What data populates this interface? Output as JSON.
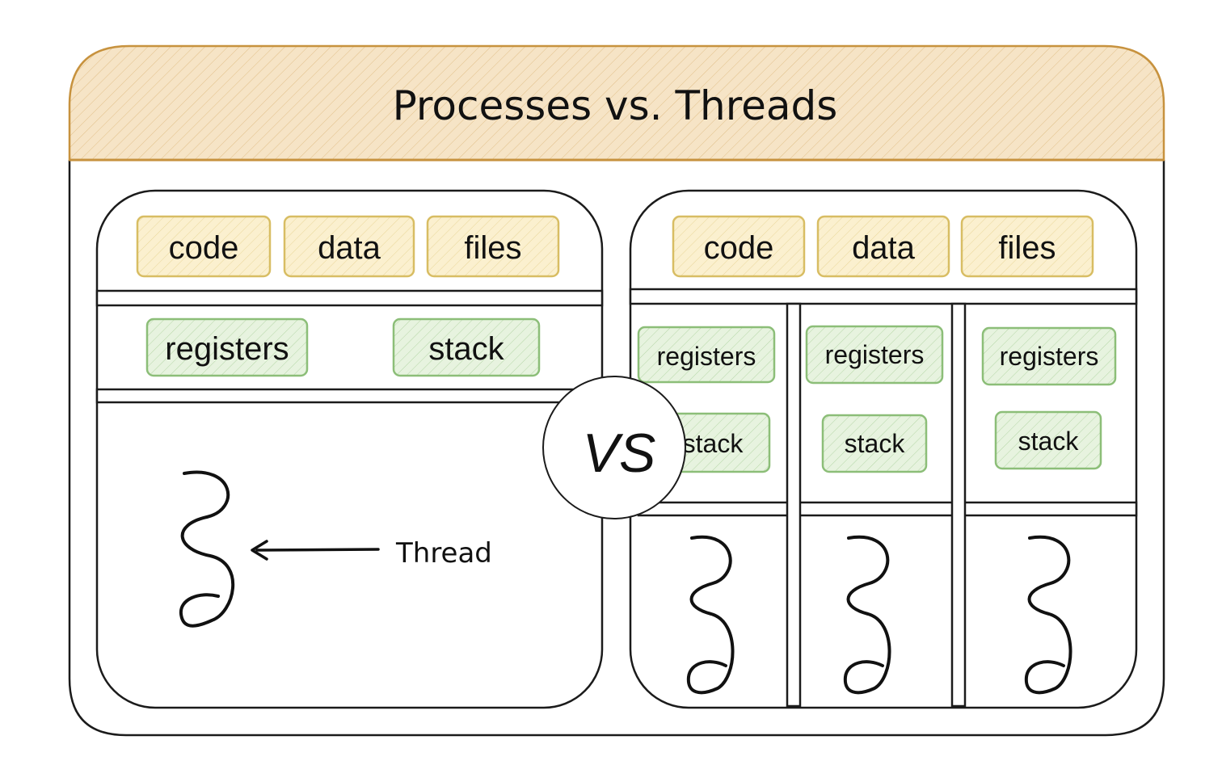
{
  "title": "Processes vs. Threads",
  "vs_label": "VS",
  "colors": {
    "title_fill": "#f6e4c6",
    "title_stroke": "#c7923e",
    "shared_fill": "#fbf0cf",
    "shared_stroke": "#d8bd63",
    "thread_fill": "#e7f3df",
    "thread_stroke": "#8cbe78",
    "line": "#1b1b1b"
  },
  "single_threaded": {
    "shared": [
      "code",
      "data",
      "files"
    ],
    "registers": "registers",
    "stack": "stack",
    "annotation": "Thread"
  },
  "multi_threaded": {
    "shared": [
      "code",
      "data",
      "files"
    ],
    "threads": [
      {
        "registers": "registers",
        "stack": "stack"
      },
      {
        "registers": "registers",
        "stack": "stack"
      },
      {
        "registers": "registers",
        "stack": "stack"
      }
    ]
  }
}
